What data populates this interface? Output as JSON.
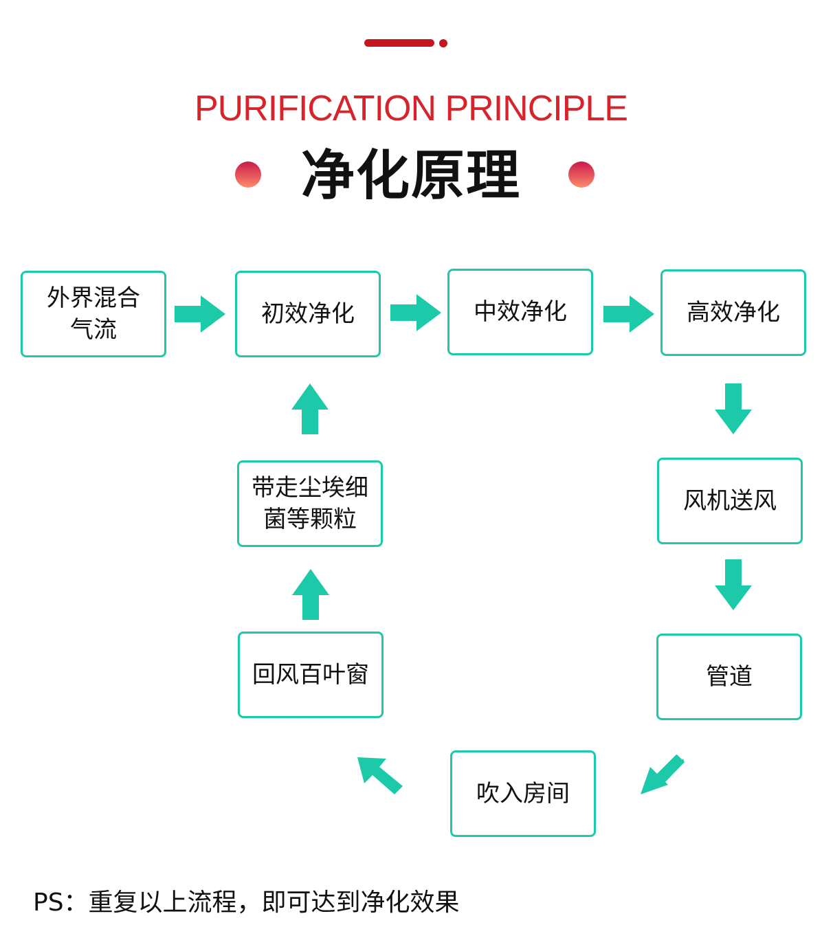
{
  "header": {
    "title_en": "PURIFICATION PRINCIPLE",
    "title_cn": "净化原理"
  },
  "nodes": {
    "outside_air": "外界混合气流",
    "primary": "初效净化",
    "medium": "中效净化",
    "high": "高效净化",
    "fan": "风机送风",
    "duct": "管道",
    "room": "吹入房间",
    "return_louver": "回风百叶窗",
    "particles": "带走尘埃细菌等颗粒"
  },
  "footer": {
    "note": "PS：重复以上流程，即可达到净化效果"
  },
  "colors": {
    "accent_red": "#d8232a",
    "teal": "#1cc9a9",
    "border": "#1cc9a9"
  }
}
